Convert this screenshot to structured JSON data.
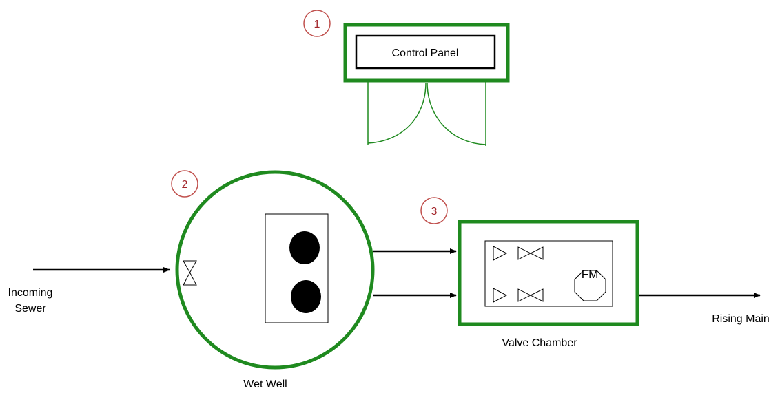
{
  "colors": {
    "structure": "#1f8a1f",
    "number_badge": "#c0504d",
    "line": "#000000",
    "background": "#ffffff"
  },
  "control_panel": {
    "number": "1",
    "label": "Control Panel"
  },
  "wet_well": {
    "number": "2",
    "label": "Wet Well"
  },
  "valve_chamber": {
    "number": "3",
    "label": "Valve Chamber",
    "flow_meter_label": "FM"
  },
  "incoming_sewer": {
    "label_line1": "Incoming",
    "label_line2": "Sewer"
  },
  "rising_main": {
    "label": "Rising Main"
  },
  "icons": {
    "inlet_valve": "gate-valve-icon",
    "pump": "pump-icon",
    "check_valve": "check-valve-icon",
    "gate_valve": "gate-valve-icon",
    "flow_meter": "flow-meter-icon"
  }
}
